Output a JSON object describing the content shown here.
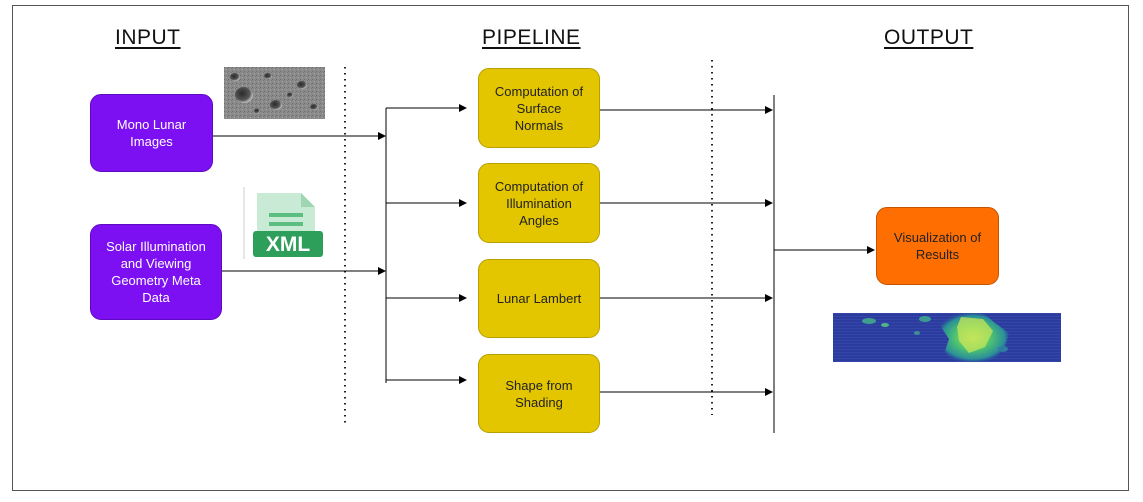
{
  "headings": {
    "input": "INPUT",
    "pipeline": "PIPELINE",
    "output": "OUTPUT"
  },
  "inputs": {
    "mono_lunar": "Mono Lunar\nImages",
    "solar_meta": "Solar Illumination\nand Viewing\nGeometry Meta\nData"
  },
  "pipeline": [
    "Computation of\nSurface\nNormals",
    "Computation of\nIllumination\nAngles",
    "Lunar Lambert",
    "Shape from\nShading"
  ],
  "output": {
    "visualization": "Visualization of\nResults"
  },
  "xml_icon": {
    "label": "XML",
    "icon": "xml-file-icon"
  },
  "images": {
    "lunar_thumbnail": "lunar-surface-image",
    "result_thumbnail": "result-heatmap-image"
  },
  "colors": {
    "input_box": "#7c10f2",
    "pipeline_box": "#e3c600",
    "output_box": "#ff6e00",
    "xml_green": "#2e9e5b"
  }
}
